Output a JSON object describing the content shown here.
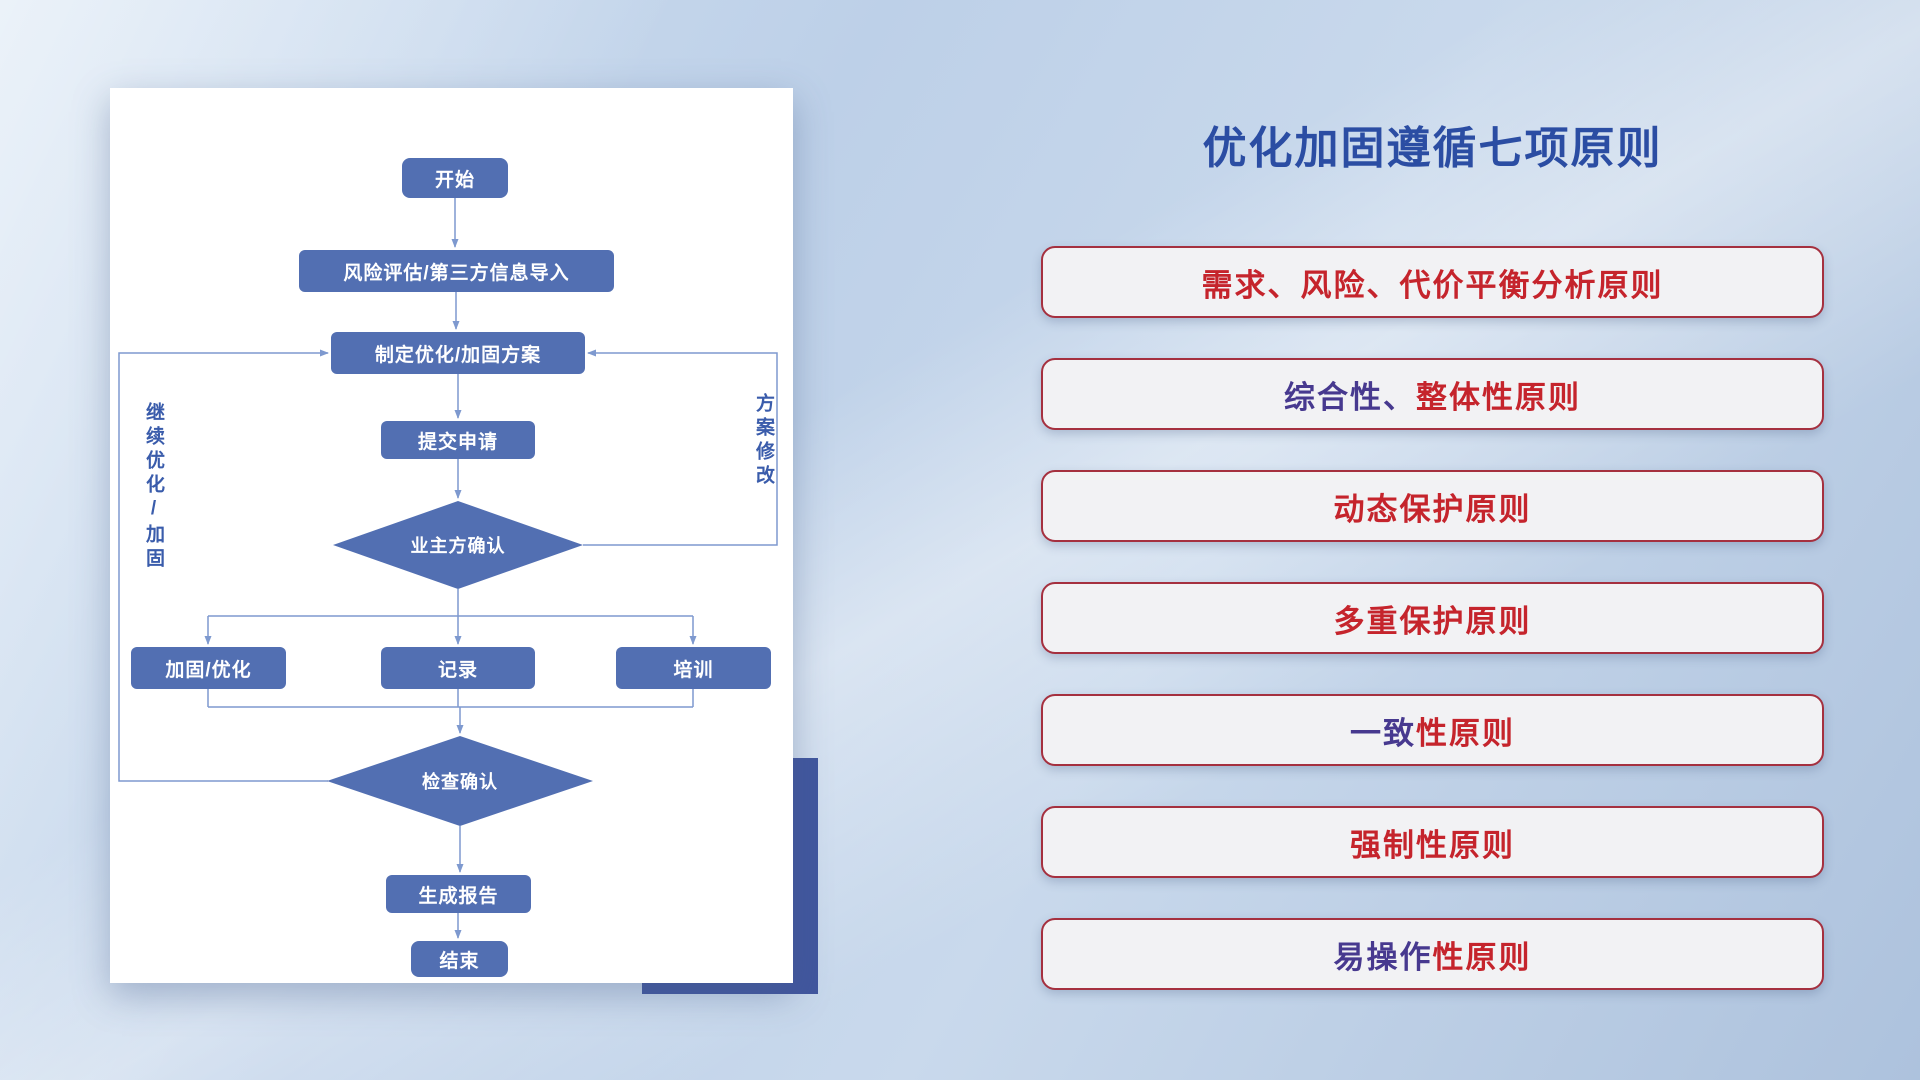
{
  "colors": {
    "node_fill": "#526fb2",
    "node_text": "#ffffff",
    "connector": "#7e99cf",
    "loop_label": "#3a5cab",
    "title": "#2b4da3",
    "principle_red": "#c5242c",
    "principle_navy": "#47398f",
    "principle_border": "#a5303f",
    "principle_bg": "#f2f2f4",
    "accent_rect": "#41569e",
    "card_bg": "#ffffff"
  },
  "flowchart": {
    "nodes": {
      "start": "开始",
      "risk_import": "风险评估/第三方信息导入",
      "make_plan": "制定优化/加固方案",
      "submit": "提交申请",
      "owner_confirm": "业主方确认",
      "reinforce": "加固/优化",
      "record": "记录",
      "training": "培训",
      "check_confirm": "检查确认",
      "report": "生成报告",
      "end": "结束"
    },
    "loop_labels": {
      "left": "继续优化/加固",
      "right": "方案修改"
    }
  },
  "panel": {
    "title": "优化加固遵循七项原则",
    "principles": [
      {
        "segments": [
          {
            "text": "需求、风险、代价平衡分析原则",
            "color": "red"
          }
        ]
      },
      {
        "segments": [
          {
            "text": "综合性、",
            "color": "navy"
          },
          {
            "text": "整体性原则",
            "color": "red"
          }
        ]
      },
      {
        "segments": [
          {
            "text": "动态保护原则",
            "color": "red"
          }
        ]
      },
      {
        "segments": [
          {
            "text": "多重保护原则",
            "color": "red"
          }
        ]
      },
      {
        "segments": [
          {
            "text": "一致",
            "color": "navy"
          },
          {
            "text": "性原则",
            "color": "red"
          }
        ]
      },
      {
        "segments": [
          {
            "text": "强制性原则",
            "color": "red"
          }
        ]
      },
      {
        "segments": [
          {
            "text": "易操作",
            "color": "navy"
          },
          {
            "text": "性原则",
            "color": "red"
          }
        ]
      }
    ]
  }
}
